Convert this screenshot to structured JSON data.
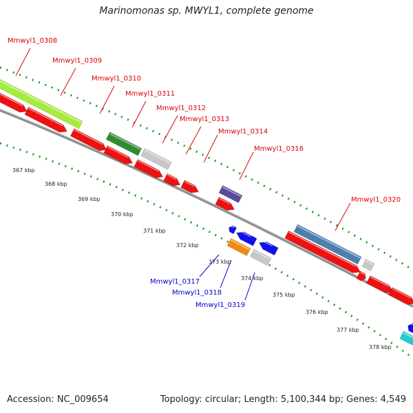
{
  "title": "Marinomonas sp. MWYL1, complete genome",
  "footer": {
    "accession": "Accession: NC_009654",
    "topology": "Topology: circular; Length: 5,100,344 bp; Genes: 4,549"
  },
  "colors": {
    "forward_gene": "#ee1111",
    "reverse_gene": "#1111ee",
    "forward_label": "#dd0000",
    "reverse_label": "#0000cc",
    "backbone": "#888888",
    "tick": "#229922",
    "cds_lime": "#a6ec3e",
    "cds_darkgreen": "#2e8b2e",
    "cds_grey": "#c8c8c8",
    "cds_purple": "#5a4a9a",
    "cds_steelblue": "#4a7fb0",
    "cds_orange": "#f08a10",
    "cds_cyan": "#22cccc"
  },
  "ruler": {
    "labels": [
      "367 kbp",
      "368 kbp",
      "369 kbp",
      "370 kbp",
      "371 kbp",
      "372 kbp",
      "373 kbp",
      "374 kbp",
      "375 kbp",
      "376 kbp",
      "377 kbp",
      "378 kbp"
    ]
  },
  "genes_forward": [
    {
      "label": "Mmwyl1_0308"
    },
    {
      "label": "Mmwyl1_0309"
    },
    {
      "label": "Mmwyl1_0310"
    },
    {
      "label": "Mmwyl1_0311"
    },
    {
      "label": "Mmwyl1_0312"
    },
    {
      "label": "Mmwyl1_0313"
    },
    {
      "label": "Mmwyl1_0314"
    },
    {
      "label": "Mmwyl1_0316"
    },
    {
      "label": "Mmwyl1_0320"
    }
  ],
  "genes_reverse": [
    {
      "label": "Mmwyl1_0317"
    },
    {
      "label": "Mmwyl1_0318"
    },
    {
      "label": "Mmwyl1_0319"
    }
  ]
}
